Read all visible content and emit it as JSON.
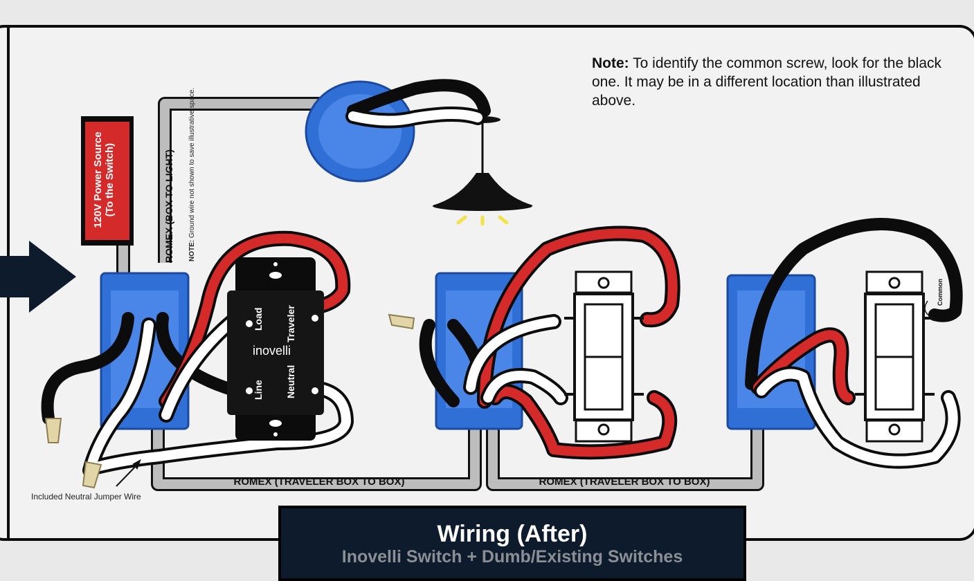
{
  "note": {
    "bold": "Note:",
    "text": "To identify the common screw, look for the black one. It may be in a different location than illustrated above."
  },
  "power_source": {
    "line1": "120V Power Source",
    "line2": "(To the Switch)"
  },
  "romex_box_to_light": "ROMEX (BOX TO LIGHT)",
  "ground_note": {
    "bold": "NOTE:",
    "text": "Ground wire not shown to save illustrative space."
  },
  "romex_traveler_1": "ROMEX (TRAVELER BOX TO BOX)",
  "romex_traveler_2": "ROMEX (TRAVELER BOX TO BOX)",
  "jumper_label": "Included Neutral Jumper Wire",
  "inovelli": {
    "brand": "inovelli",
    "load": "Load",
    "line": "Line",
    "traveler": "Traveler",
    "neutral": "Neutral"
  },
  "common_label": "Common",
  "title": {
    "main": "Wiring (After)",
    "sub": "Inovelli Switch + Dumb/Existing Switches"
  },
  "colors": {
    "hot": "#d42a2a",
    "neutral": "#ffffff",
    "wire_outline": "#0c0c0c",
    "box": "#2f6fd6",
    "romex": "#bdbdbd",
    "title_bg": "#0d1b2c",
    "light": "#f3e24a"
  },
  "icons": [
    "arrow-right-icon",
    "wire-nut-icon",
    "light-fixture-icon",
    "electrical-box-icon",
    "toggle-switch-icon"
  ]
}
